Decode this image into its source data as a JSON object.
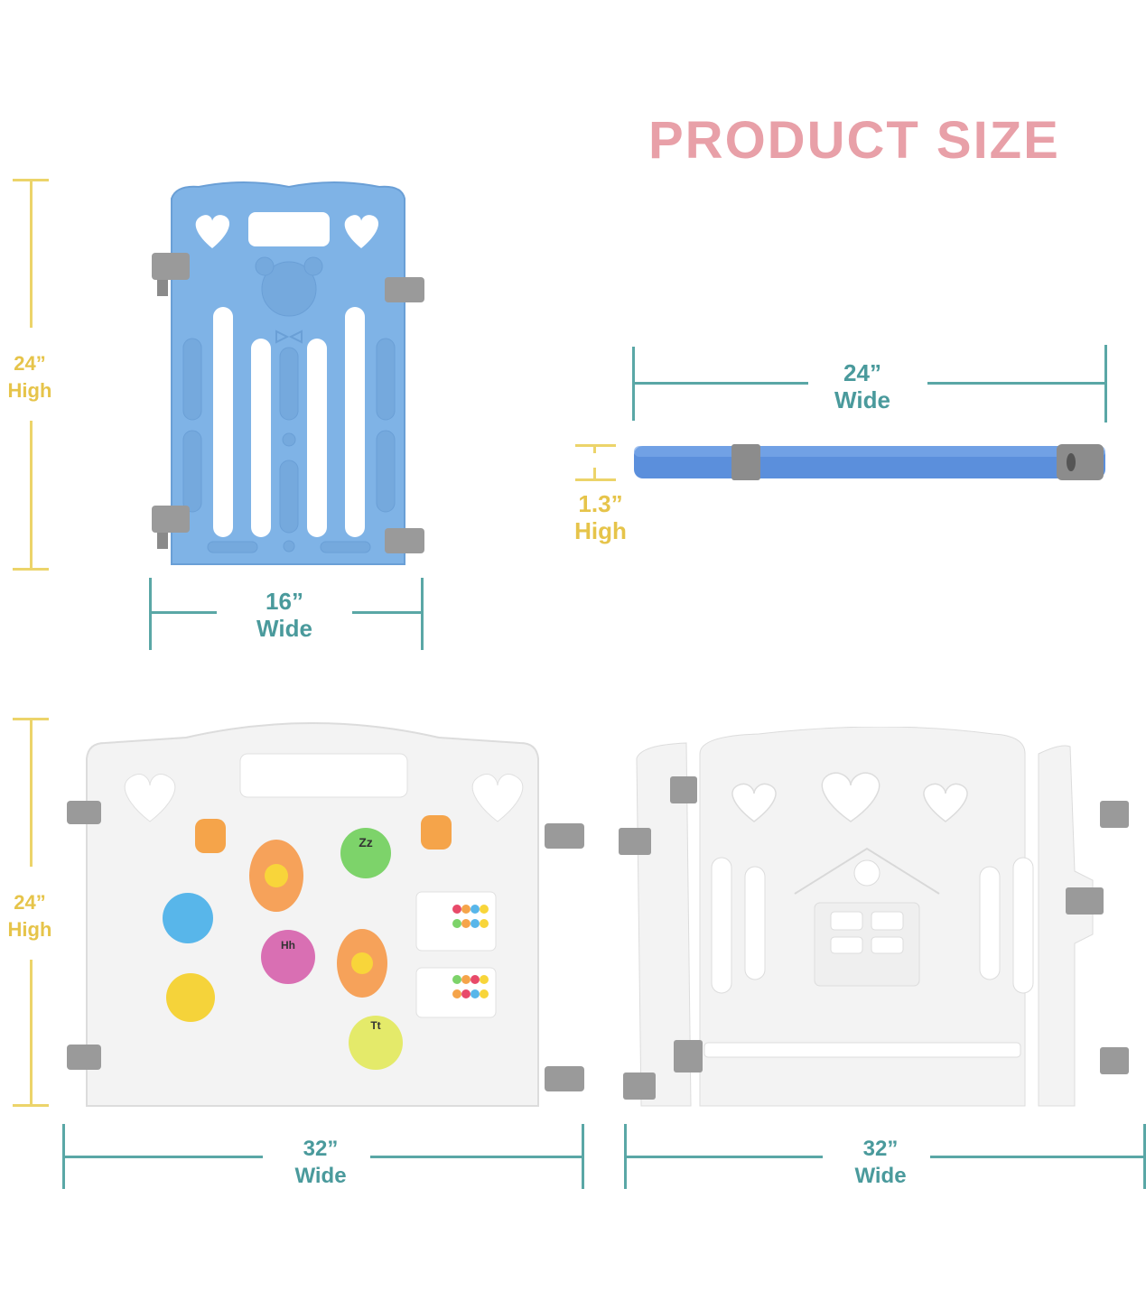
{
  "title": "PRODUCT SIZE",
  "colors": {
    "title": "#e8a0a8",
    "width_dims": "#4a9a9c",
    "height_dims": "#e6c44a",
    "blue_panel": "#7fb3e6",
    "white_panel": "#f3f3f3",
    "connector": "#9a9a9a"
  },
  "panels": [
    {
      "name": "blue-panel-front",
      "height_value": "24”",
      "height_label": "High",
      "width_value": "16”",
      "width_label": "Wide"
    },
    {
      "name": "blue-panel-side",
      "width_value": "24”",
      "width_label": "Wide",
      "height_value": "1.3”",
      "height_label": "High"
    },
    {
      "name": "activity-panel",
      "height_value": "24”",
      "height_label": "High",
      "width_value": "32”",
      "width_label": "Wide",
      "activity_letters": [
        "Zz",
        "Hh",
        "Tt"
      ]
    },
    {
      "name": "gate-panel",
      "width_value": "32”",
      "width_label": "Wide"
    }
  ]
}
